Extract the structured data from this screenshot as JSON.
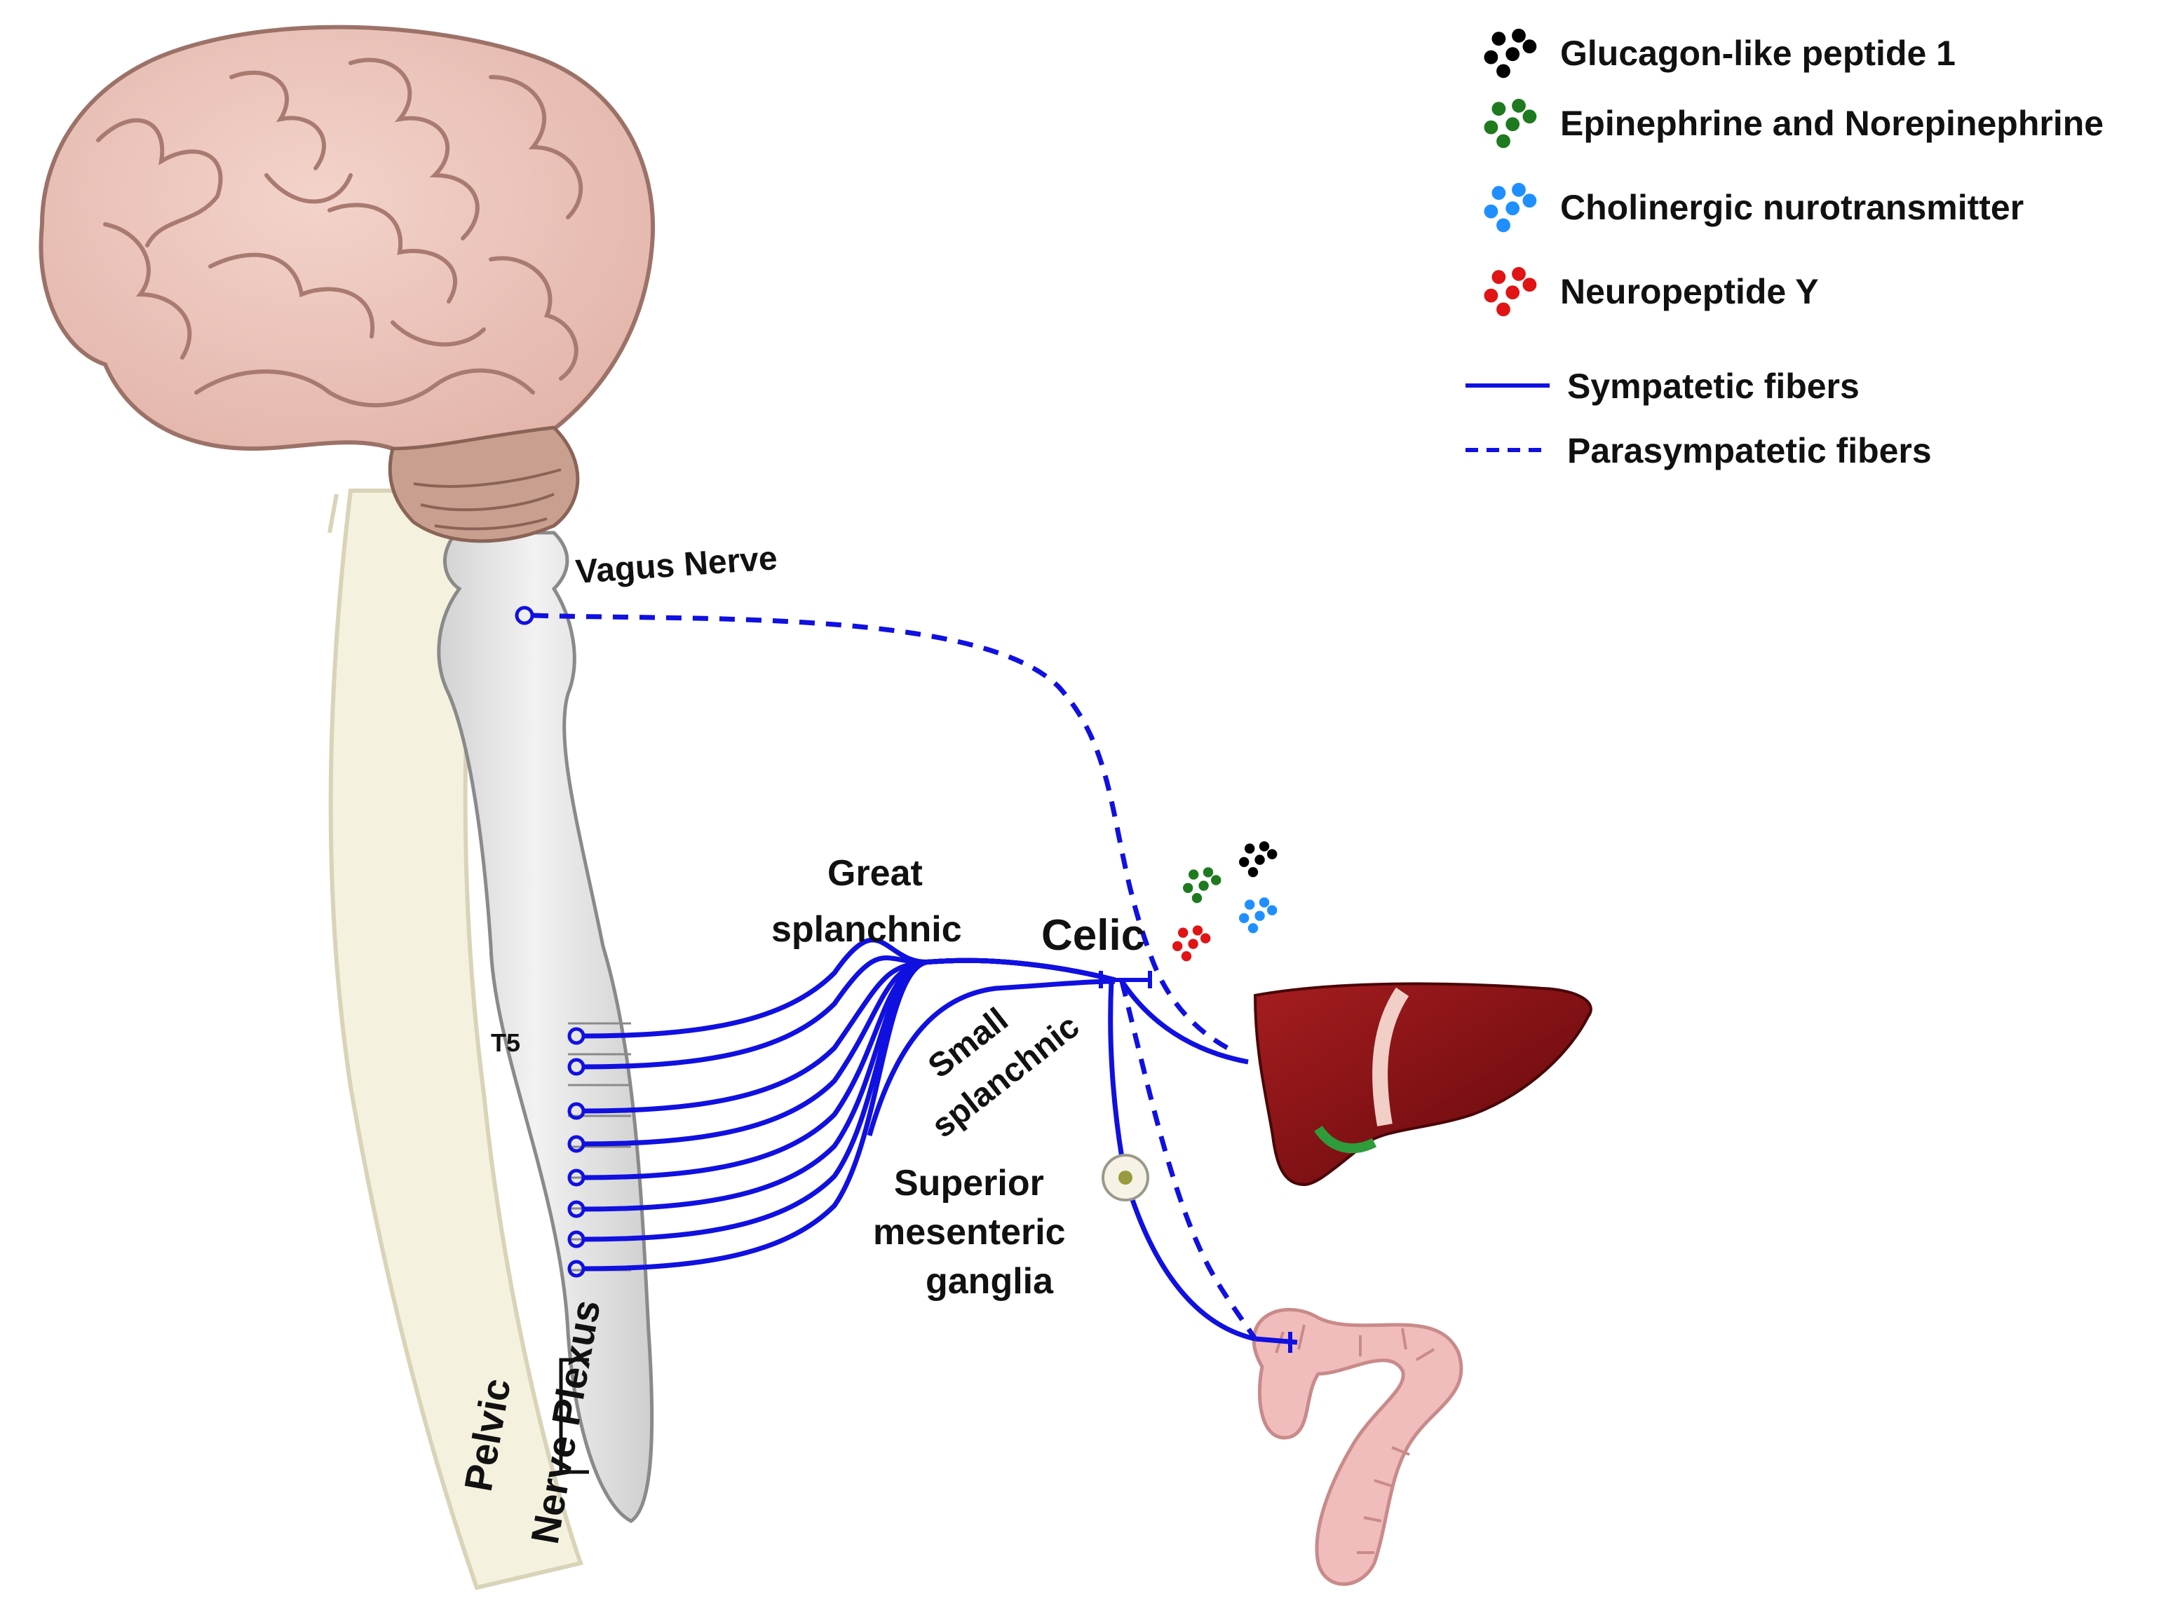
{
  "legend": {
    "items": [
      {
        "label": "Glucagon-like peptide 1",
        "color": "#000000",
        "icon": "dots-black-icon"
      },
      {
        "label": "Epinephrine and Norepinephrine",
        "color": "#1e7a1e",
        "icon": "dots-green-icon"
      },
      {
        "label": "Cholinergic nurotransmitter",
        "color": "#1f8fff",
        "icon": "dots-blue-icon"
      },
      {
        "label": "Neuropeptide Y",
        "color": "#e01414",
        "icon": "dots-red-icon"
      }
    ],
    "lines": [
      {
        "label": "Sympatetic fibers",
        "style": "solid",
        "color": "#1010e0"
      },
      {
        "label": "Parasympatetic fibers",
        "style": "dashed",
        "color": "#1010e0"
      }
    ]
  },
  "labels": {
    "vagus": "Vagus Nerve",
    "great_1": "Great",
    "great_2": "splanchnic",
    "celic": "Celic",
    "small_1": "Small",
    "small_2": "splanchnic",
    "superior_1": "Superior",
    "superior_2": "mesenteric",
    "superior_3": "ganglia",
    "t5": "T5",
    "pelvic_1": "Pelvic",
    "pelvic_2": "Nerve Plexus"
  },
  "colors": {
    "fiber": "#1010e0",
    "brain": "#ecc7bf",
    "brain_outline": "#9c7268",
    "cerebellum": "#c9a08f",
    "spinal_cord": "#e3e3e3",
    "spine_column": "#f4f1de",
    "liver": "#8a1518",
    "colon": "#f0bcbc"
  }
}
